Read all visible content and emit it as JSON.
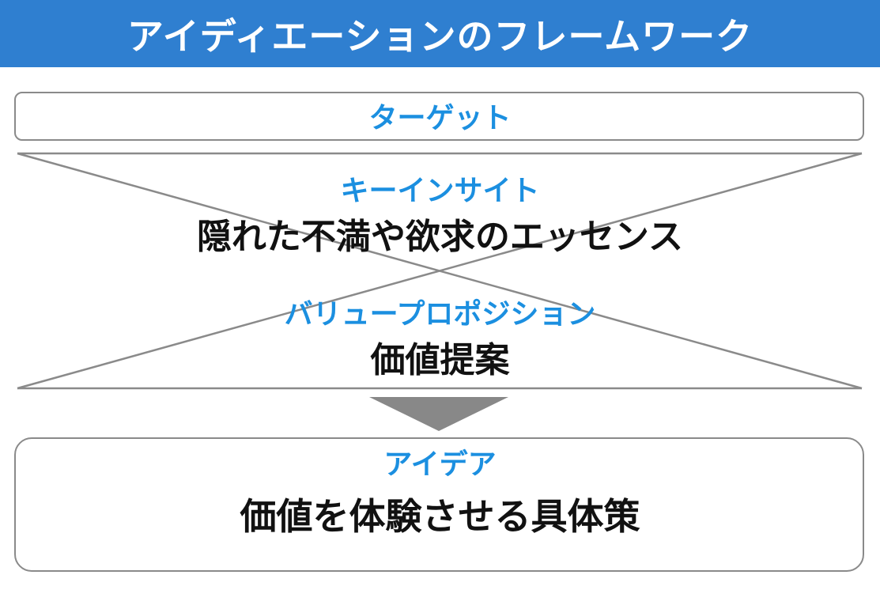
{
  "header": {
    "title": "アイディエーションのフレームワーク",
    "background": "#2f7fd0"
  },
  "target": {
    "label": "ターゲット"
  },
  "key_insight": {
    "label": "キーインサイト",
    "description": "隠れた不満や欲求のエッセンス"
  },
  "value_proposition": {
    "label": "バリュープロポジション",
    "description": "価値提案"
  },
  "idea": {
    "label": "アイデア",
    "description": "価値を体験させる具体策"
  },
  "colors": {
    "accent_label": "#1b8fe0",
    "outline": "#8a8a8a",
    "arrow": "#888888"
  }
}
